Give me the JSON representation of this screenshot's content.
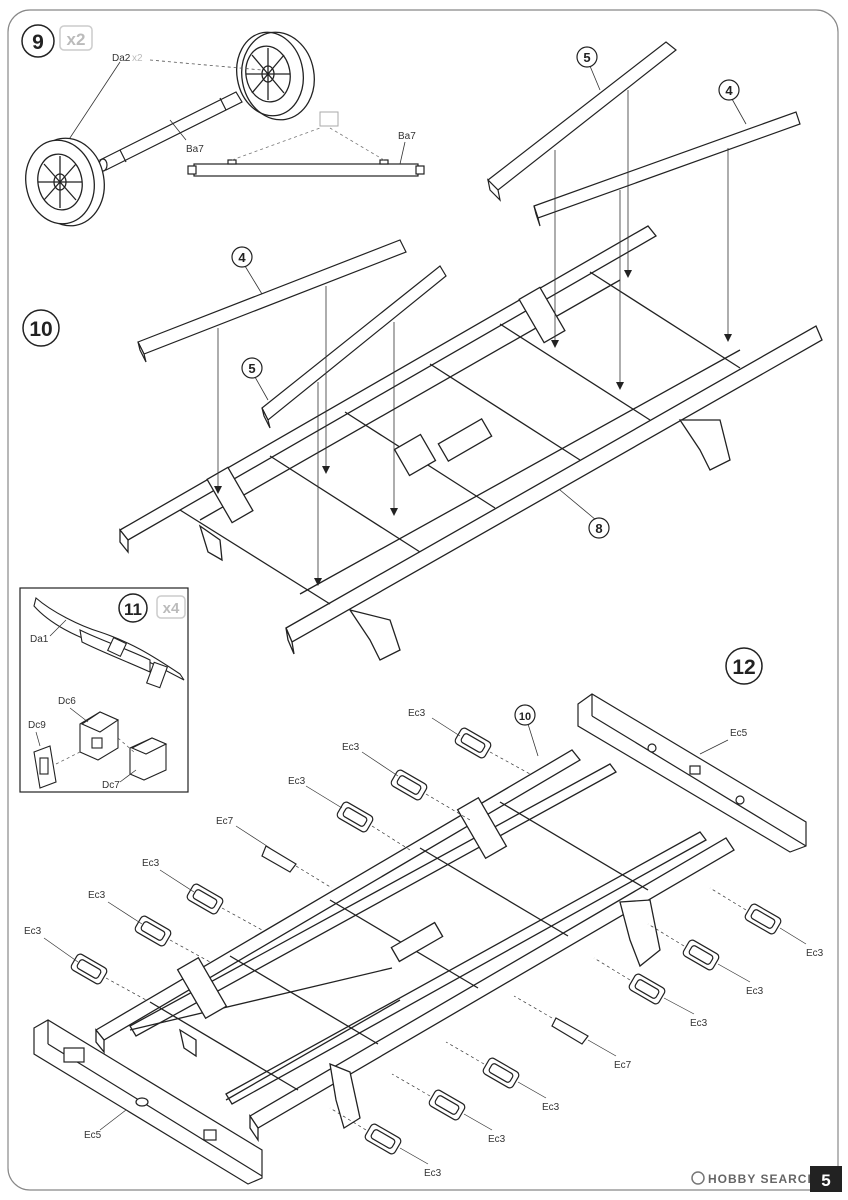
{
  "steps": {
    "s9": {
      "number": "9",
      "multiplier": "x2"
    },
    "s10": {
      "number": "10"
    },
    "s11": {
      "number": "11",
      "multiplier": "x4"
    },
    "s12": {
      "number": "12"
    }
  },
  "step9_parts": {
    "axle_label": "Da2",
    "axle_mult": "x2",
    "shaft_label": "Ba7",
    "beam_label": "Ba7"
  },
  "step10_callouts": {
    "rail_4_right": "4",
    "rail_5_right": "5",
    "rail_4_left": "4",
    "rail_5_left": "5",
    "chassis_8": "8"
  },
  "step11_parts": {
    "spring": "Da1",
    "bracket": "Dc6",
    "plate": "Dc9",
    "block": "Dc7"
  },
  "step12_callouts": {
    "frame_10": "10"
  },
  "step12_parts_left": [
    "Ec3",
    "Ec3",
    "Ec3",
    "Ec7",
    "Ec3",
    "Ec3",
    "Ec3"
  ],
  "step12_parts_right": [
    "Ec3",
    "Ec3",
    "Ec3",
    "Ec7",
    "Ec3",
    "Ec3",
    "Ec3"
  ],
  "step12_beams": {
    "rear": "Ec5",
    "front": "Ec5"
  },
  "watermark": "HOBBY SEARCH",
  "page_number": "5"
}
